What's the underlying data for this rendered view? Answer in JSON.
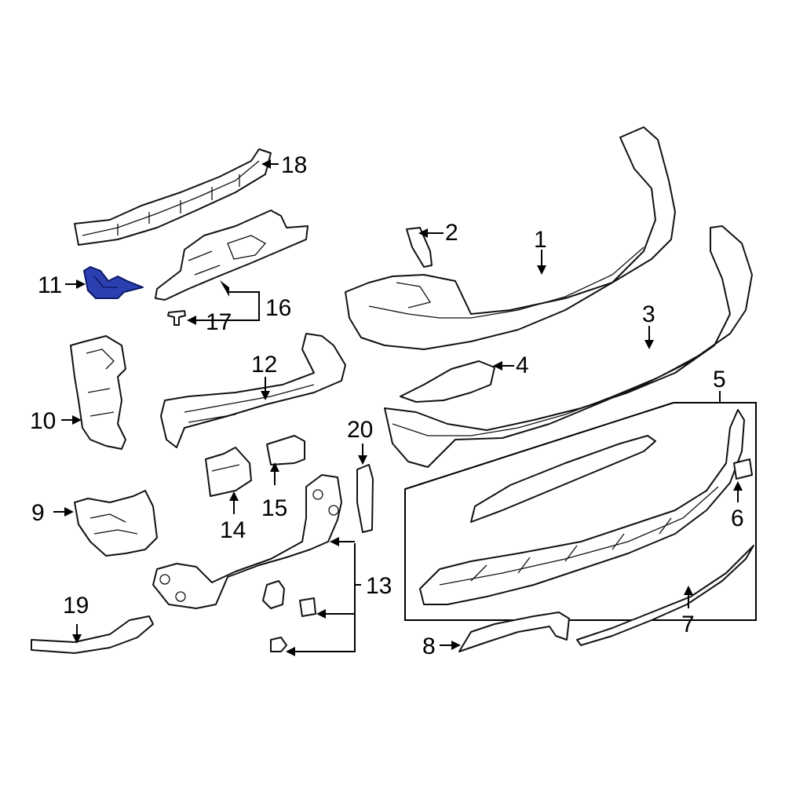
{
  "diagram": {
    "highlight_color": "#2b3fb0",
    "callouts": {
      "c1": "1",
      "c2": "2",
      "c3": "3",
      "c4": "4",
      "c5": "5",
      "c6": "6",
      "c7": "7",
      "c8": "8",
      "c9": "9",
      "c10": "10",
      "c11": "11",
      "c12": "12",
      "c13": "13",
      "c14": "14",
      "c15": "15",
      "c16": "16",
      "c17": "17",
      "c18": "18",
      "c19": "19",
      "c20": "20"
    }
  }
}
